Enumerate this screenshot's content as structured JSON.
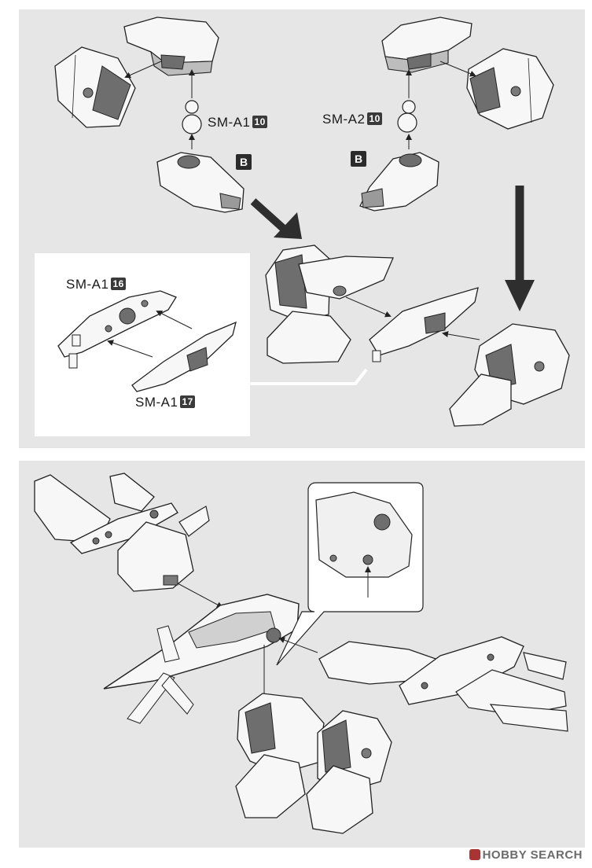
{
  "top_panel": {
    "label_left_small": {
      "part": "SM-A1",
      "number": "10"
    },
    "label_right_small": {
      "part": "SM-A2",
      "number": "10"
    },
    "runner_tag_left": "B",
    "runner_tag_right": "B",
    "inset": {
      "label_upper": {
        "part": "SM-A1",
        "number": "16"
      },
      "label_lower": {
        "part": "SM-A1",
        "number": "17"
      }
    }
  },
  "watermark": "HOBBY SEARCH",
  "colors": {
    "panel_bg": "#e6e6e6",
    "line": "#222222",
    "part_fill": "#f7f7f7",
    "shade": "#6e6e6e",
    "arrow": "#2e2e2e"
  }
}
